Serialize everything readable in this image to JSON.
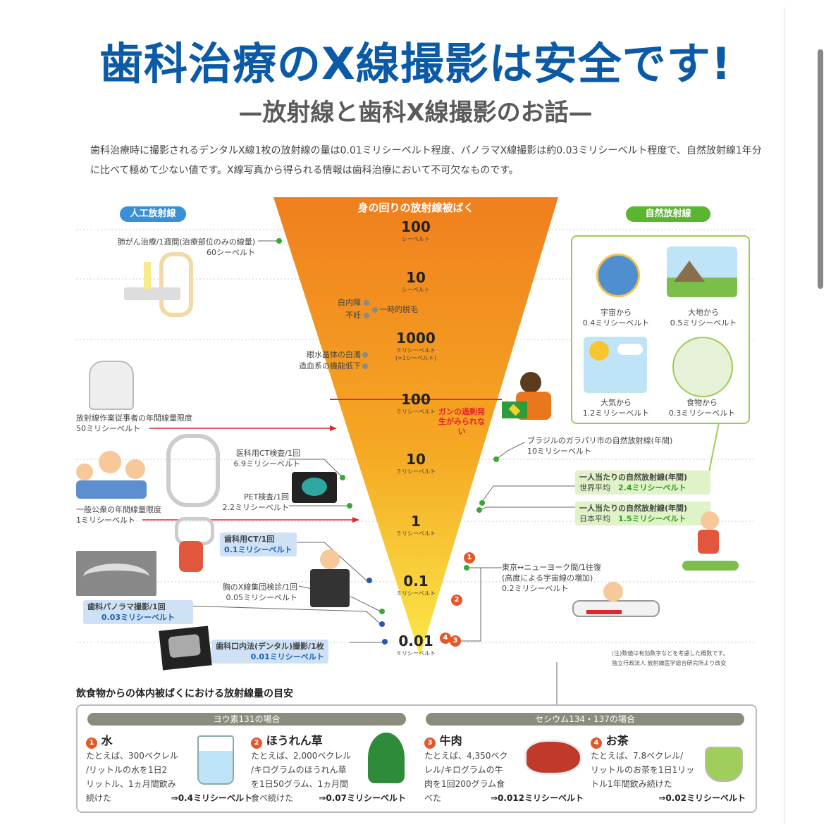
{
  "title": "歯科治療のX線撮影は安全です!",
  "subtitle": "—放射線と歯科X線撮影のお話—",
  "intro": "歯科治療時に撮影されるデンタルX線1枚の放射線の量は0.01ミリシーベルト程度、パノラマX線撮影は約0.03ミリシーベルト程度で、自然放射線1年分に比べて極めて少ない値です。X線写真から得られる情報は歯科治療において不可欠なものです。",
  "artificial_label": "人工放射線",
  "natural_label": "自然放射線",
  "funnel_title": "身の回りの放射線被ばく",
  "scale": [
    {
      "value": "100",
      "unit": "シーベルト"
    },
    {
      "value": "10",
      "unit": "シーベルト"
    },
    {
      "value": "1000",
      "unit": "ミリシーベルト",
      "note": "(=1シーベルト)"
    },
    {
      "value": "100",
      "unit": "ミリシーベルト"
    },
    {
      "value": "10",
      "unit": "ミリシーベルト"
    },
    {
      "value": "1",
      "unit": "ミリシーベルト"
    },
    {
      "value": "0.1",
      "unit": "ミリシーベルト"
    },
    {
      "value": "0.01",
      "unit": "ミリシーベルト"
    }
  ],
  "funnel_notes": {
    "cataract": "白内障",
    "infertility": "不妊",
    "hair": "一時的脱毛",
    "lens": "眼水晶体の白濁",
    "blood": "造血系の機能低下",
    "cancer": "ガンの過剰発生がみられない"
  },
  "left": {
    "lung": {
      "text": "肺がん治療/1週間(治療部位のみの線量)",
      "value": "60シーベルト"
    },
    "worker": {
      "text": "放射線作業従事者の年間線量限度",
      "value": "50ミリシーベルト"
    },
    "ct": {
      "text": "医科用CT検査/1回",
      "value": "6.9ミリシーベルト"
    },
    "pet": {
      "text": "PET検査/1回",
      "value": "2.2ミリシーベルト"
    },
    "public": {
      "text": "一般公衆の年間線量限度",
      "value": "1ミリシーベルト"
    },
    "dental_ct": {
      "text": "歯科用CT/1回",
      "value": "0.1ミリシーベルト"
    },
    "chest": {
      "text": "胸のX線集団検診/1回",
      "value": "0.05ミリシーベルト"
    },
    "panorama": {
      "text": "歯科パノラマ撮影/1回",
      "value": "0.03ミリシーベルト"
    },
    "dental": {
      "text": "歯科口内法(デンタル)撮影/1枚",
      "value": "0.01ミリシーベルト"
    }
  },
  "right": {
    "space": {
      "text": "宇宙から",
      "value": "0.4ミリシーベルト"
    },
    "earth": {
      "text": "大地から",
      "value": "0.5ミリシーベルト"
    },
    "air": {
      "text": "大気から",
      "value": "1.2ミリシーベルト"
    },
    "food": {
      "text": "食物から",
      "value": "0.3ミリシーベルト"
    },
    "brazil": {
      "text": "ブラジルのガラパリ市の自然放射線(年間)",
      "value": "10ミリシーベルト"
    },
    "world": {
      "text": "一人当たりの自然放射線(年間)",
      "label": "世界平均",
      "value": "2.4ミリシーベルト"
    },
    "japan": {
      "text": "一人当たりの自然放射線(年間)",
      "label": "日本平均",
      "value": "1.5ミリシーベルト"
    },
    "flight": {
      "text": "東京↔ニューヨーク間/1往復",
      "text2": "(高度による宇宙線の増加)",
      "value": "0.2ミリシーベルト"
    }
  },
  "footnote1": "(注)数値は有効数字などを考慮した概数です。",
  "footnote2": "独立行政法人 放射線医学総合研究所より改変",
  "food_section": {
    "title": "飲食物からの体内被ばくにおける放射線量の目安",
    "iodine": "ヨウ素131の場合",
    "cesium": "セシウム134・137の場合",
    "items": [
      {
        "num": "1",
        "name": "水",
        "lines": [
          "たとえば、300ベクレル",
          "/リットルの水を1日2",
          "リットル、1ヵ月間飲み",
          "続けた"
        ],
        "result": "⇒0.4ミリシーベルト"
      },
      {
        "num": "2",
        "name": "ほうれん草",
        "lines": [
          "たとえば、2,000ベクレル",
          "/キログラムのほうれん草",
          "を1日50グラム、1ヵ月間",
          "食べ続けた"
        ],
        "result": "⇒0.07ミリシーベルト"
      },
      {
        "num": "3",
        "name": "牛肉",
        "lines": [
          "たとえば、4,350ベク",
          "レル/キログラムの牛",
          "肉を1回200グラム食",
          "べた"
        ],
        "result": "⇒0.012ミリシーベルト"
      },
      {
        "num": "4",
        "name": "お茶",
        "lines": [
          "たとえば、7.8ベクレル/",
          "リットルのお茶を1日1リッ",
          "トル1年間飲み続けた"
        ],
        "result": "⇒0.02ミリシーベルト"
      }
    ]
  },
  "colors": {
    "title": "#0a5aa8",
    "funnel_top": "#f07f1e",
    "funnel_bottom": "#fbe94a",
    "green": "#39a935",
    "blue": "#2a57a8",
    "red": "#e3262c"
  }
}
